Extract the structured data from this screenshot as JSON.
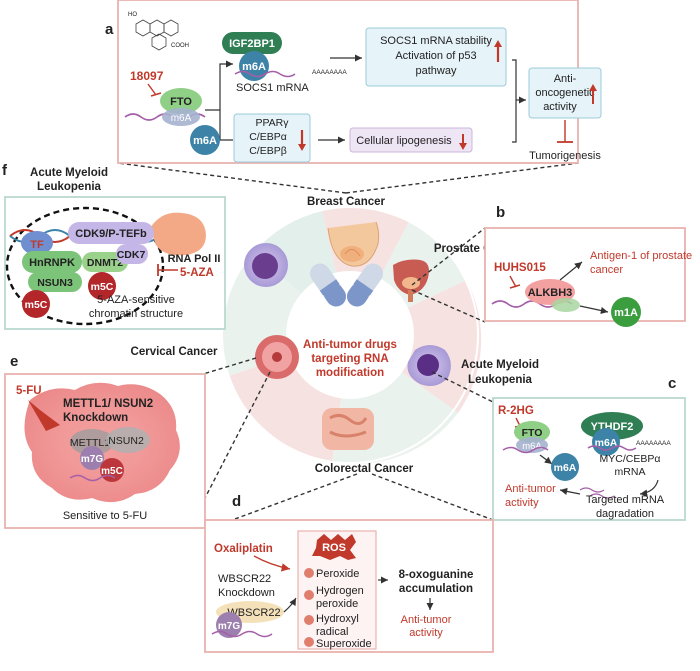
{
  "center": {
    "line1": "Anti-tumor drugs",
    "line2": "targeting RNA",
    "line3": "modification"
  },
  "ring": {
    "breast": "Breast Cancer",
    "prostate": "Prostate Cancer",
    "aml": [
      "Acute Myeloid",
      "Leukopenia"
    ],
    "colorectal": "Colorectal Cancer",
    "cervical": "Cervical Cancer"
  },
  "panel_a": {
    "letter": "a",
    "drug": "18097",
    "fto": "FTO",
    "m6a": "m6A",
    "igf2bp1": "IGF2BP1",
    "polya": "AAAAAAAA",
    "socs1_mrna": "SOCS1 mRNA",
    "socs1_box": [
      "SOCS1 mRNA stability",
      "Activation of p53",
      "pathway"
    ],
    "ppar_box": [
      "PPARγ",
      "C/EBPα",
      "C/EBPβ"
    ],
    "lipogenesis": "Cellular lipogenesis",
    "anti_onco": [
      "Anti-",
      "oncogenetic",
      "activity"
    ],
    "tumorigenesis": "Tumorigenesis"
  },
  "panel_b": {
    "letter": "b",
    "drug": "HUHS015",
    "antigen": [
      "Antigen-1 of prostate",
      "cancer"
    ],
    "alkbh3": "ALKBH3",
    "m1a": "m1A"
  },
  "panel_c": {
    "letter": "c",
    "drug": "R-2HG",
    "fto": "FTO",
    "ythdf2": "YTHDF2",
    "m6a": "m6A",
    "polya": "AAAAAAAA",
    "myc": [
      "MYC/CEBPα",
      "mRNA"
    ],
    "anti_tumor": [
      "Anti-tumor",
      "activity"
    ],
    "degradation": [
      "Targeted mRNA",
      "dagradation"
    ]
  },
  "panel_d": {
    "letter": "d",
    "drug": "Oxaliplatin",
    "knockdown": [
      "WBSCR22",
      "Knockdown"
    ],
    "wbscr22": "WBSCR22",
    "m7g": "m7G",
    "ros": "ROS",
    "ros_items": [
      "Peroxide",
      "Hydrogen",
      "peroxide",
      "Hydroxyl",
      "radical",
      "Superoxide"
    ],
    "accum": [
      "8-oxoguanine",
      "accumulation"
    ],
    "anti_tumor": [
      "Anti-tumor",
      "activity"
    ]
  },
  "panel_e": {
    "letter": "e",
    "drug": "5-FU",
    "knockdown": [
      "METTL1/ NSUN2",
      "Knockdown"
    ],
    "mettl1": "METTL1",
    "nsun2": "NSUN2",
    "m7g": "m7G",
    "m5c": "m5C",
    "sensitive": "Sensitive to 5-FU"
  },
  "panel_f": {
    "letter": "f",
    "title": [
      "Acute Myeloid",
      "Leukopenia"
    ],
    "tf": "TF",
    "cdk9": "CDK9/P-TEFb",
    "hnrnpk": "HnRNPK",
    "dnmt2": "DNMT2",
    "cdk7": "CDK7",
    "nsun3": "NSUN3",
    "m5c": "m5C",
    "rnapol": "RNA Pol II",
    "drug": "5-AZA",
    "chromatin": [
      "5-AZA-sensitive",
      "chromatin structure"
    ]
  },
  "colors": {
    "panel_border": "#e9b3ae",
    "panel_border_green": "#b9d9cf",
    "red": "#c0392b",
    "green_protein": "#7cc47a",
    "blue_mark": "#3d83a8",
    "dark_red_mark": "#b3262a"
  }
}
